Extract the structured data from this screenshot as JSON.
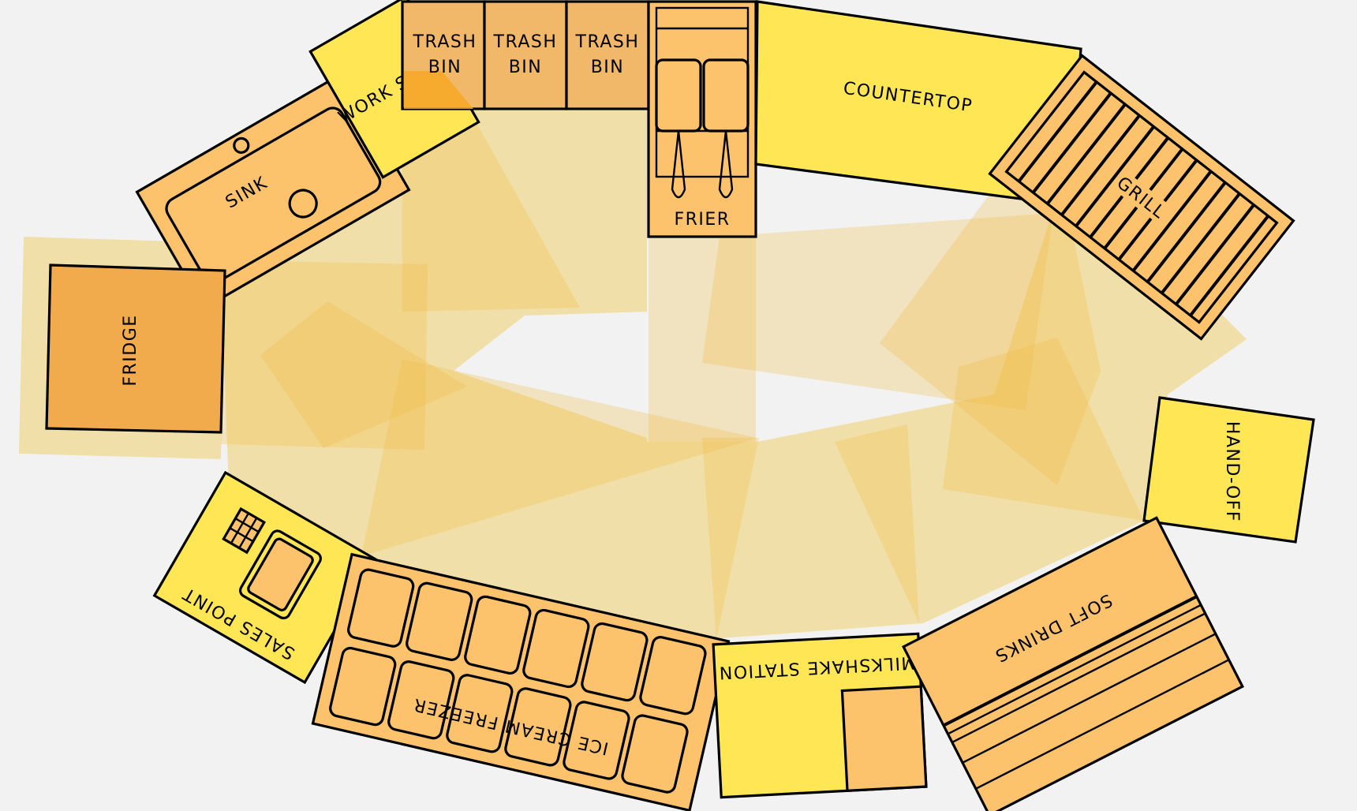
{
  "colors": {
    "background": "#f2f2f2",
    "zone_fill": "#f0dfa8",
    "overlap_fill": "#f0b940",
    "yellow_station": "#fee654",
    "orange_station": "#fcc36c",
    "dark_orange_station": "#f2ab4c",
    "outline": "#000000"
  },
  "stations": {
    "sink": "SINK",
    "work_space": "WORK SPACE",
    "trash_bin_1": [
      "TRASH",
      "BIN"
    ],
    "trash_bin_2": [
      "TRASH",
      "BIN"
    ],
    "trash_bin_3": [
      "TRASH",
      "BIN"
    ],
    "frier": "FRIER",
    "countertop": "COUNTERTOP",
    "grill": "GRILL",
    "fridge": "FRIDGE",
    "hand_off": "HAND-OFF",
    "sales_point": "SALES POINT",
    "ice_cream_freezer": "ICE CREAM FREEZER",
    "milkshake_station": "MILKSHAKE STATION",
    "soft_drinks": "SOFT DRINKS"
  }
}
